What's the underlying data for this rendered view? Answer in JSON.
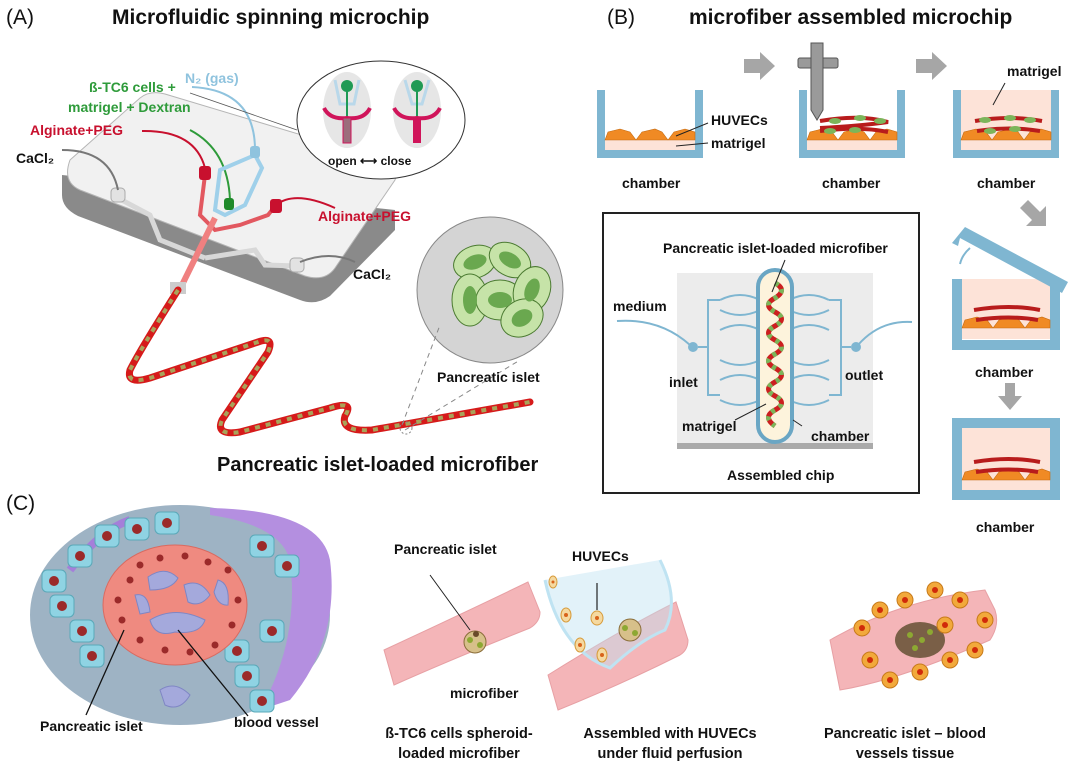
{
  "panels": {
    "a": {
      "letter": "(A)",
      "title": "Microfluidic spinning microchip",
      "inputs": {
        "n2": "N₂ (gas)",
        "cells_line1": "ß-TC6 cells +",
        "cells_line2": "matrigel + Dextran",
        "alginate_left": "Alginate+PEG",
        "alginate_right": "Alginate+PEG",
        "cacl2_left": "CaCl₂",
        "cacl2_right": "CaCl₂"
      },
      "valve_inset": {
        "open": "open",
        "close": "close",
        "arrow": "⟷"
      },
      "islet_inset_label": "Pancreatic islet",
      "fiber_caption": "Pancreatic islet-loaded microfiber",
      "colors": {
        "alginate": "#c8102e",
        "cells": "#2e9b3a",
        "gas": "#8fc3de",
        "chip": "#f2f2f2",
        "chip_edge": "#8c8c8c"
      }
    },
    "b": {
      "letter": "(B)",
      "title": "microfiber assembled microchip",
      "steps": [
        {
          "label": "chamber",
          "annotations": [
            "HUVECs",
            "matrigel"
          ]
        },
        {
          "label": "chamber",
          "annotations": []
        },
        {
          "label": "chamber",
          "annotations": [
            "matrigel"
          ]
        },
        {
          "label": "chamber",
          "annotations": []
        },
        {
          "label": "chamber",
          "annotations": []
        }
      ],
      "assembled_box": {
        "fiber_label": "Pancreatic islet-loaded microfiber",
        "medium": "medium",
        "inlet": "inlet",
        "outlet": "outlet",
        "matrigel": "matrigel",
        "chamber": "chamber",
        "caption": "Assembled chip"
      },
      "colors": {
        "chamber_wall": "#7fb6d1",
        "huvec": "#f08a24",
        "matrigel": "#fde3d8",
        "arrow": "#a6a6a6"
      }
    },
    "c": {
      "letter": "(C)",
      "tissue_labels": {
        "islet": "Pancreatic islet",
        "vessel": "blood vessel"
      },
      "stages": [
        {
          "top_label": "Pancreatic islet",
          "bottom_label": "microfiber",
          "caption_line1": "ß-TC6 cells spheroid-",
          "caption_line2": "loaded microfiber"
        },
        {
          "top_label": "HUVECs",
          "caption_line1": "Assembled with HUVECs",
          "caption_line2": "under fluid perfusion"
        },
        {
          "caption_line1": "Pancreatic islet – blood",
          "caption_line2": "vessels tissue"
        }
      ],
      "colors": {
        "islet_cell": "#ef8a80",
        "acinar_cell": "#8fd3e3",
        "nucleus": "#9b2a2a",
        "vessel": "#b9a3e3",
        "fiber": "#f4b5b8",
        "huvec_cell": "#f2a93b"
      }
    }
  }
}
